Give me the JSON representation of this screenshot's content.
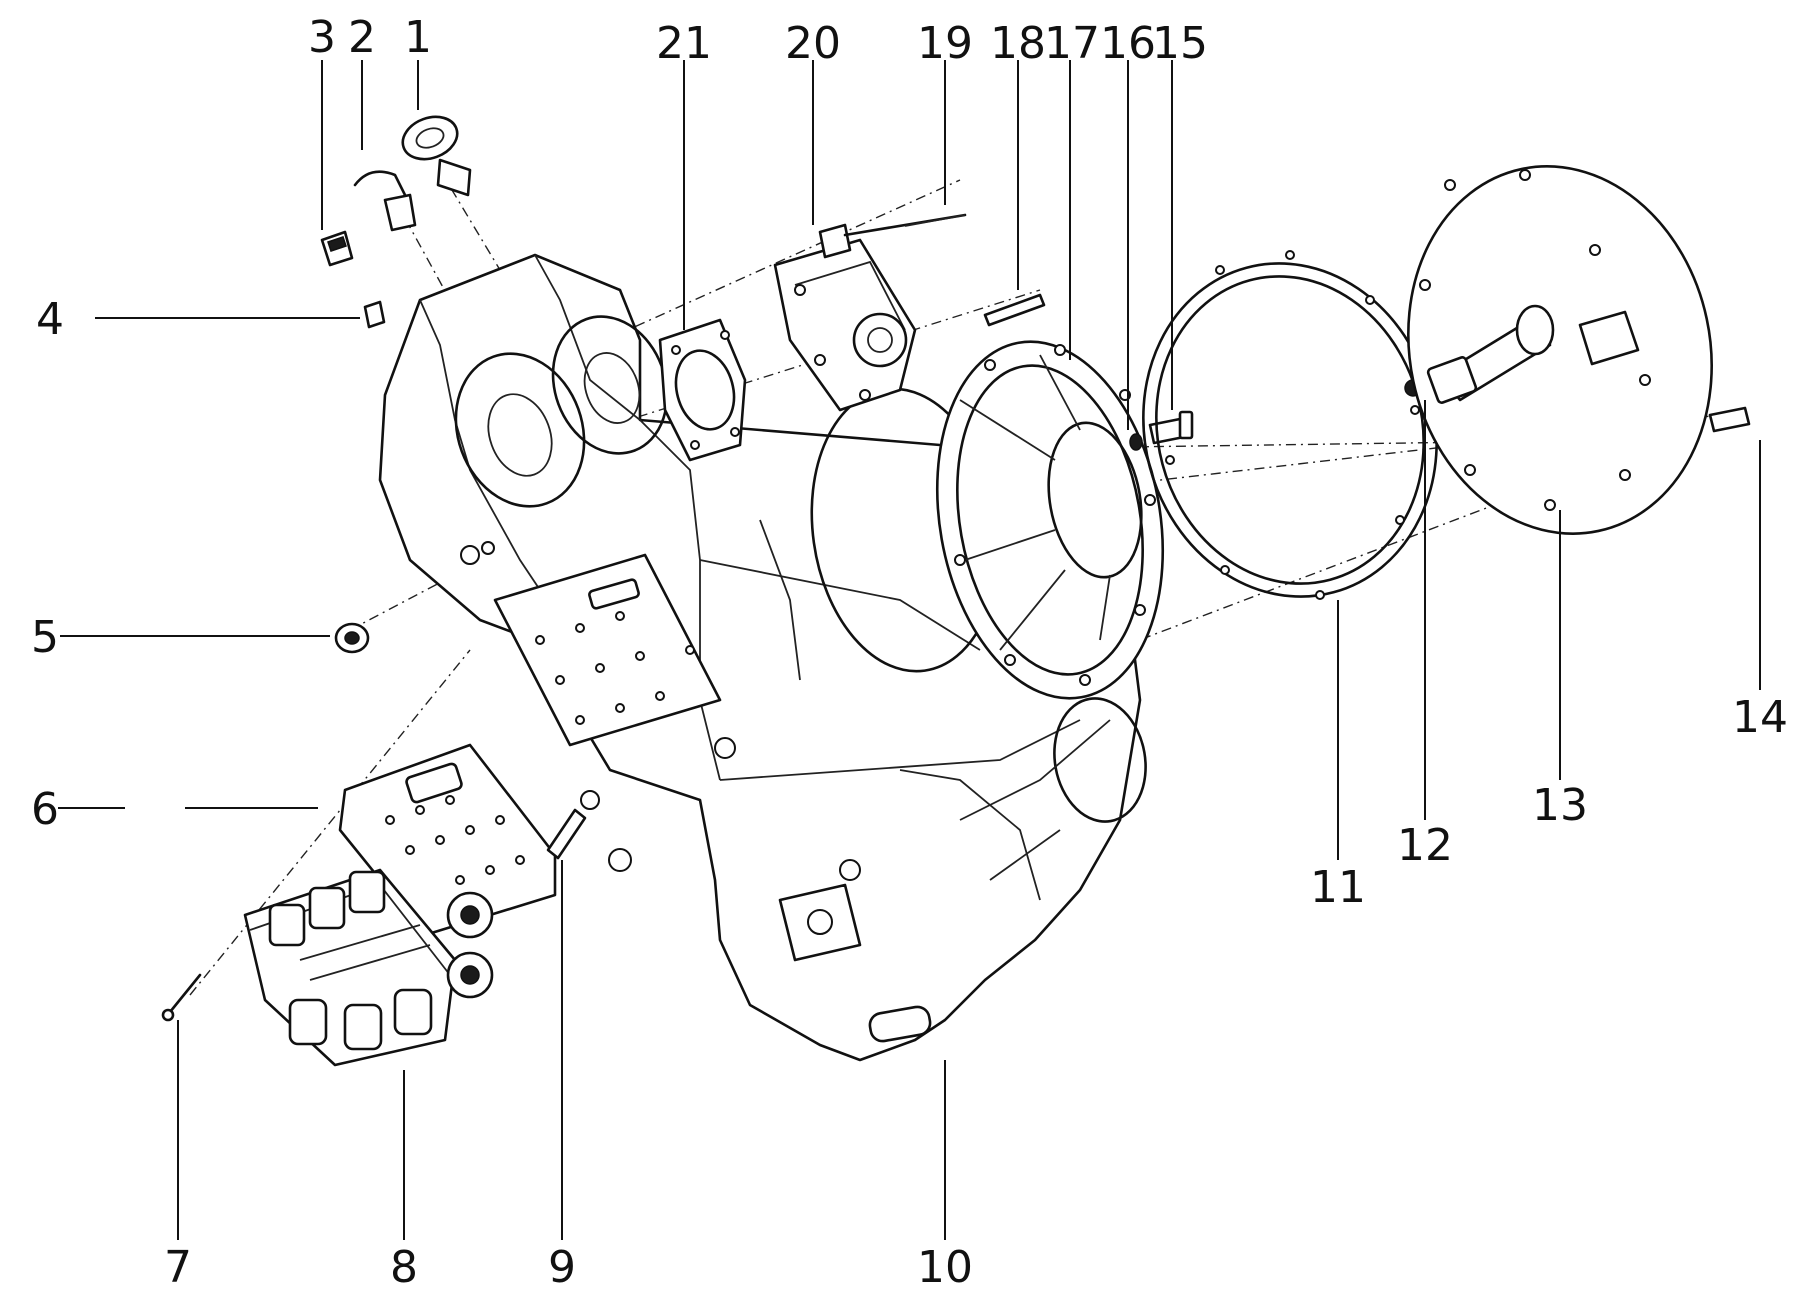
{
  "callouts": [
    {
      "label": "3"
    },
    {
      "label": "2"
    },
    {
      "label": "1"
    },
    {
      "label": "21"
    },
    {
      "label": "20"
    },
    {
      "label": "19"
    },
    {
      "label": "18"
    },
    {
      "label": "17"
    },
    {
      "label": "16"
    },
    {
      "label": "15"
    },
    {
      "label": "4"
    },
    {
      "label": "5"
    },
    {
      "label": "6"
    },
    {
      "label": "7"
    },
    {
      "label": "8"
    },
    {
      "label": "9"
    },
    {
      "label": "10"
    },
    {
      "label": "11"
    },
    {
      "label": "12"
    },
    {
      "label": "13"
    },
    {
      "label": "14"
    }
  ]
}
